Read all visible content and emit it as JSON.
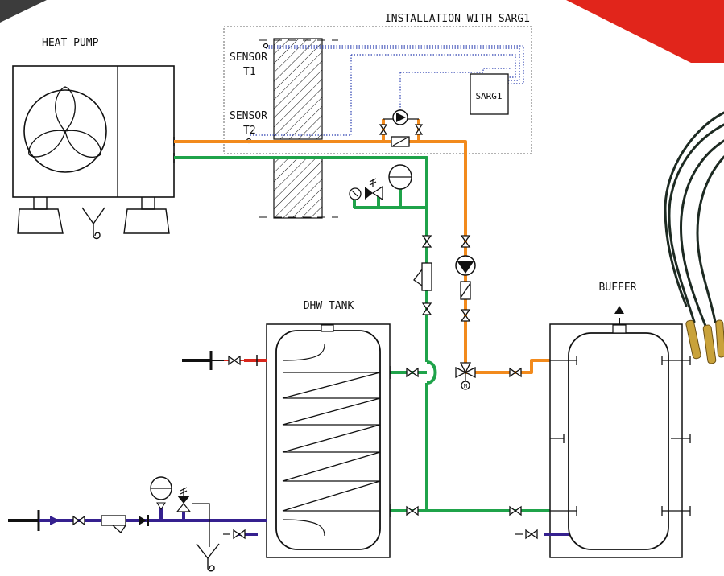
{
  "labels": {
    "installation": "INSTALLATION WITH SARG1",
    "heat_pump": "HEAT PUMP",
    "sensor_t1_line1": "SENSOR",
    "sensor_t1_line2": "T1",
    "sensor_t2_line1": "SENSOR",
    "sensor_t2_line2": "T2",
    "controller": "SARG1",
    "dhw_tank": "DHW TANK",
    "buffer": "BUFFER"
  },
  "colors": {
    "supply_pipe": "#f28a1c",
    "return_pipe": "#1fa34a",
    "cold_water": "#35208f",
    "hot_water": "#d8261c",
    "signal_line": "#2b3fb0",
    "corner_accent_red": "#e1251b",
    "corner_accent_gray": "#3c3c3c",
    "line": "#111111"
  },
  "icons": {
    "fan": "fan-icon",
    "pump": "pump-icon",
    "valve": "valve-icon",
    "expansion_vessel": "expansion-vessel-icon",
    "safety_valve": "safety-valve-icon",
    "pressure_gauge": "pressure-gauge-icon",
    "filter": "filter-icon",
    "check_valve": "check-valve-icon",
    "three_way_valve": "three-way-valve-icon",
    "drain": "drain-icon",
    "air_vent": "air-vent-icon",
    "temperature_probe": "temperature-probe-icon"
  }
}
